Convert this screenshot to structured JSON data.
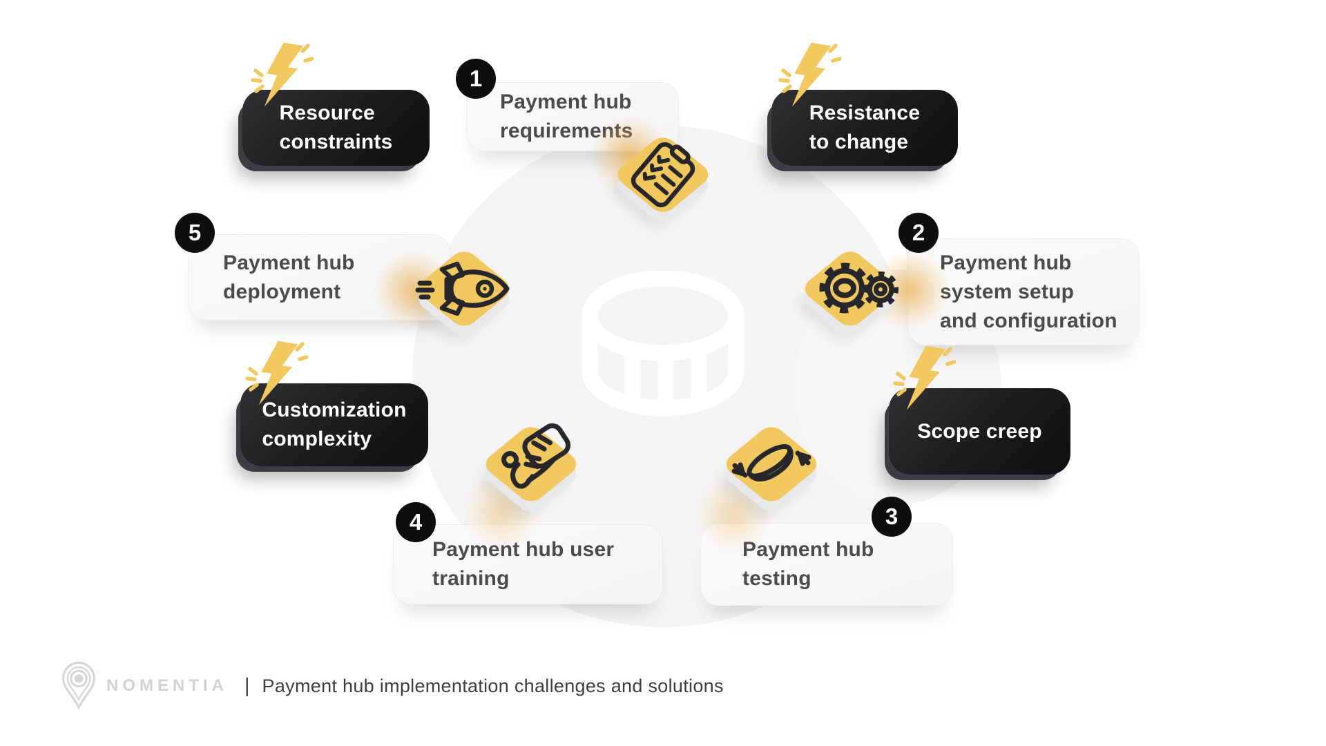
{
  "steps": [
    {
      "number": "1",
      "label": "Payment hub\nrequirements",
      "icon": "clipboard-checklist-icon"
    },
    {
      "number": "2",
      "label": "Payment hub\nsystem setup\nand configuration",
      "icon": "gears-icon"
    },
    {
      "number": "3",
      "label": "Payment hub\ntesting",
      "icon": "resize-coin-icon"
    },
    {
      "number": "4",
      "label": "Payment hub user\ntraining",
      "icon": "user-training-icon"
    },
    {
      "number": "5",
      "label": "Payment hub\ndeployment",
      "icon": "rocket-icon"
    }
  ],
  "challenges": [
    {
      "label": "Resource\nconstraints",
      "icon": "lightning-bolt-icon"
    },
    {
      "label": "Resistance\nto change",
      "icon": "lightning-bolt-icon"
    },
    {
      "label": "Scope creep",
      "icon": "lightning-bolt-icon"
    },
    {
      "label": "Customization\ncomplexity",
      "icon": "lightning-bolt-icon"
    }
  ],
  "center": {
    "icon": "payment-hub-drum-icon"
  },
  "footer": {
    "brand": "NOMENTIA",
    "separator": "|",
    "title": "Payment hub implementation challenges and solutions",
    "logo": "nomentia-pin-logo"
  },
  "colors": {
    "background": "#ffffff",
    "accent_yellow": "#f0c85f",
    "badge_dark": "#1e1e20",
    "card_text": "#4b4b4e",
    "glow_orange": "#e9a73b",
    "circle_gray": "#f4f4f5"
  }
}
